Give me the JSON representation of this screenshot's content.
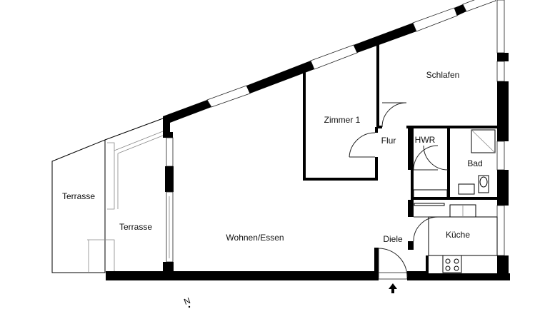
{
  "rooms": {
    "terrasse_outer": "Terrasse",
    "terrasse_inner": "Terrasse",
    "wohnen_essen": "Wohnen/Essen",
    "zimmer1": "Zimmer 1",
    "schlafen": "Schlafen",
    "flur": "Flur",
    "hwr": "HWR",
    "bad": "Bad",
    "diele": "Diele",
    "kueche": "Küche"
  },
  "north_marker": "N",
  "colors": {
    "wall": "#000000",
    "line": "#222222",
    "background": "#ffffff"
  },
  "icons": [
    "entrance-arrow-icon",
    "north-arrow-icon"
  ]
}
